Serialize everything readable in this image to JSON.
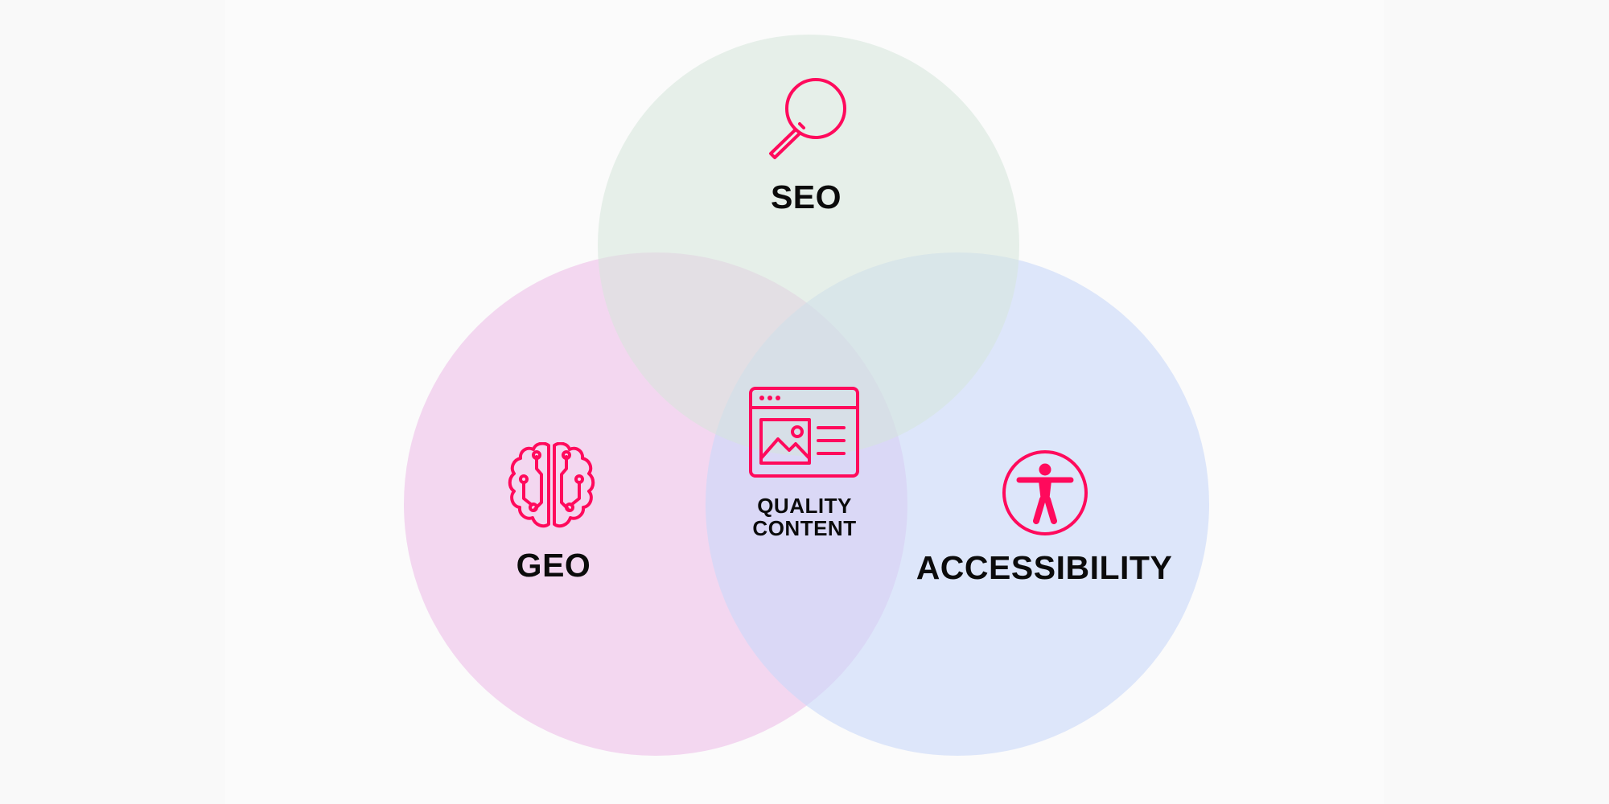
{
  "diagram": {
    "type": "venn",
    "accent_color": "#ff0a5c",
    "sets": [
      {
        "key": "seo",
        "label": "SEO",
        "icon": "magnifying-glass-icon",
        "fill": "#dfebe2"
      },
      {
        "key": "geo",
        "label": "GEO",
        "icon": "circuit-brain-icon",
        "fill": "#f1cfee"
      },
      {
        "key": "accessibility",
        "label": "ACCESSIBILITY",
        "icon": "accessibility-person-icon",
        "fill": "#d6e3fb"
      }
    ],
    "center": {
      "line1": "QUALITY",
      "line2": "CONTENT",
      "icon": "web-content-window-icon"
    }
  }
}
